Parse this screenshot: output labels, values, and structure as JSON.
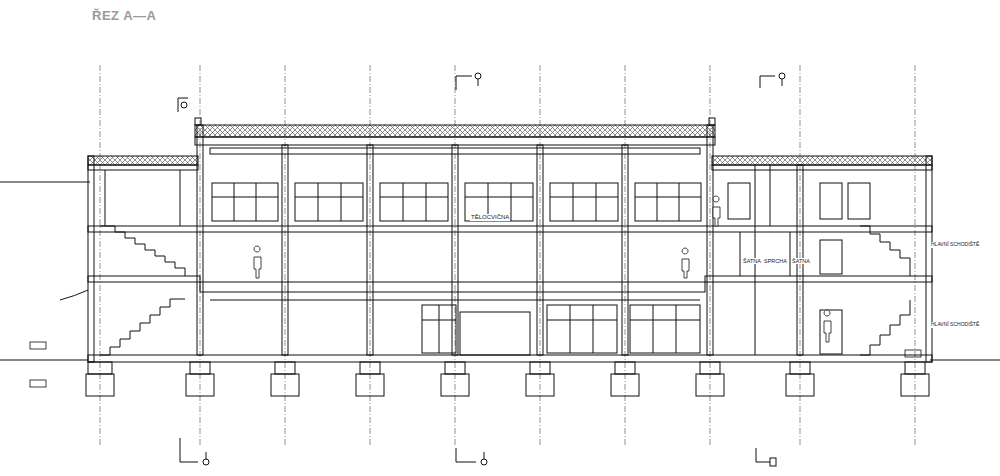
{
  "diagram": {
    "title": "ŘEZ A—A",
    "labels": [
      "TĚLOCVIČNA",
      "ŠATNA",
      "SPRCHA",
      "ŠATNA",
      "HLAVNÍ SCHODIŠTĚ",
      "HLAVNÍ SCHODIŠTĚ"
    ]
  }
}
